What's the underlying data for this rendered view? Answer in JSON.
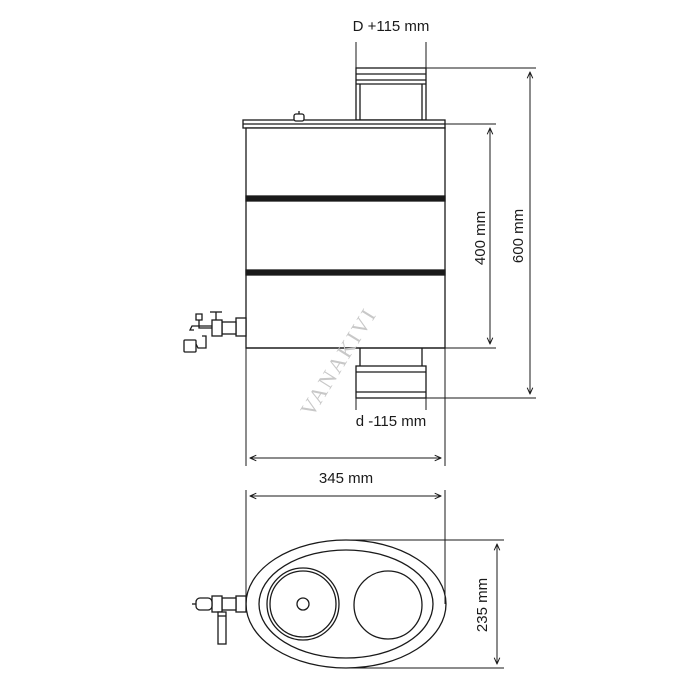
{
  "labels": {
    "top_pipe_diameter": "D +115 mm",
    "bottom_pipe_diameter": "d -115 mm",
    "tank_height": "400 mm",
    "total_height": "600 mm",
    "width": "345 mm",
    "depth": "235 mm"
  },
  "watermark": "VANAKIVI",
  "colors": {
    "stroke": "#1a1a1a",
    "watermark": "#c8c8c8",
    "background": "#ffffff"
  }
}
